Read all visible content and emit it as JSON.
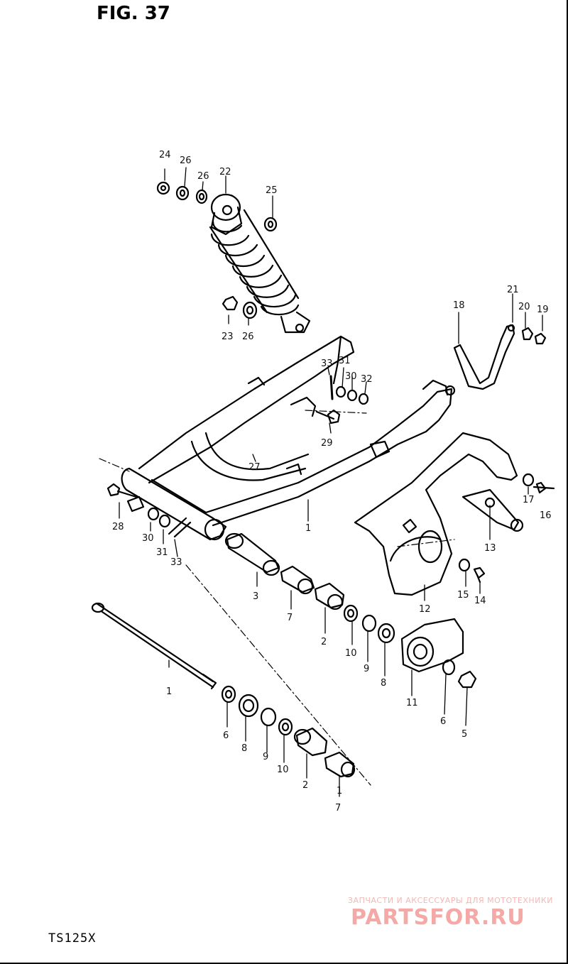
{
  "figure": {
    "title": "FIG. 37",
    "model": "TS125X"
  },
  "watermark": {
    "caption": "ЗАПЧАСТИ И АКСЕССУАРЫ ДЛЯ МОТОТЕХНИКИ",
    "brand": "PARTSFOR.RU"
  },
  "callouts": {
    "c1a": "1",
    "c1b": "1",
    "c1c": "1",
    "c2a": "2",
    "c2b": "2",
    "c3": "3",
    "c5": "5",
    "c6a": "6",
    "c6b": "6",
    "c7a": "7",
    "c7b": "7",
    "c8a": "8",
    "c8b": "8",
    "c9a": "9",
    "c9b": "9",
    "c10a": "10",
    "c10b": "10",
    "c11": "11",
    "c12": "12",
    "c13": "13",
    "c14": "14",
    "c15": "15",
    "c16": "16",
    "c17": "17",
    "c18": "18",
    "c19": "19",
    "c20": "20",
    "c21": "21",
    "c22": "22",
    "c23": "23",
    "c24": "24",
    "c25": "25",
    "c26a": "26",
    "c26b": "26",
    "c26c": "26",
    "c27": "27",
    "c28": "28",
    "c29": "29",
    "c30a": "30",
    "c30b": "30",
    "c31a": "31",
    "c31b": "31",
    "c32": "32",
    "c33a": "33",
    "c33b": "33"
  }
}
